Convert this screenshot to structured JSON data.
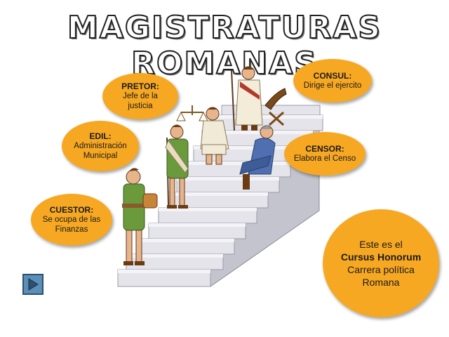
{
  "title": "MAGISTRATURAS ROMANAS",
  "bubbles": {
    "pretor": {
      "heading": "PRETOR:",
      "line1": "Jefe de la",
      "line2": "justicia"
    },
    "edil": {
      "heading": "EDIL:",
      "line1": "Administración",
      "line2": "Municipal"
    },
    "cuestor": {
      "heading": "CUESTOR:",
      "line1": "Se ocupa de las",
      "line2": "Finanzas"
    },
    "consul": {
      "heading": "CONSUL:",
      "line1": "Dirige el ejercito"
    },
    "censor": {
      "heading": "CENSOR:",
      "line1": "Elabora el Censo"
    },
    "cursus": {
      "line1": "Este es el",
      "line2": "Cursus Honorum",
      "line3": "Carrera política",
      "line4": "Romana"
    }
  },
  "colors": {
    "bubble": "#f7a823",
    "stairs": "#e2e2e8",
    "stairs_shadow": "#b9b9c4",
    "nav_button": "#5b8fb6"
  },
  "icons": {
    "nav": "play-triangle-icon"
  }
}
